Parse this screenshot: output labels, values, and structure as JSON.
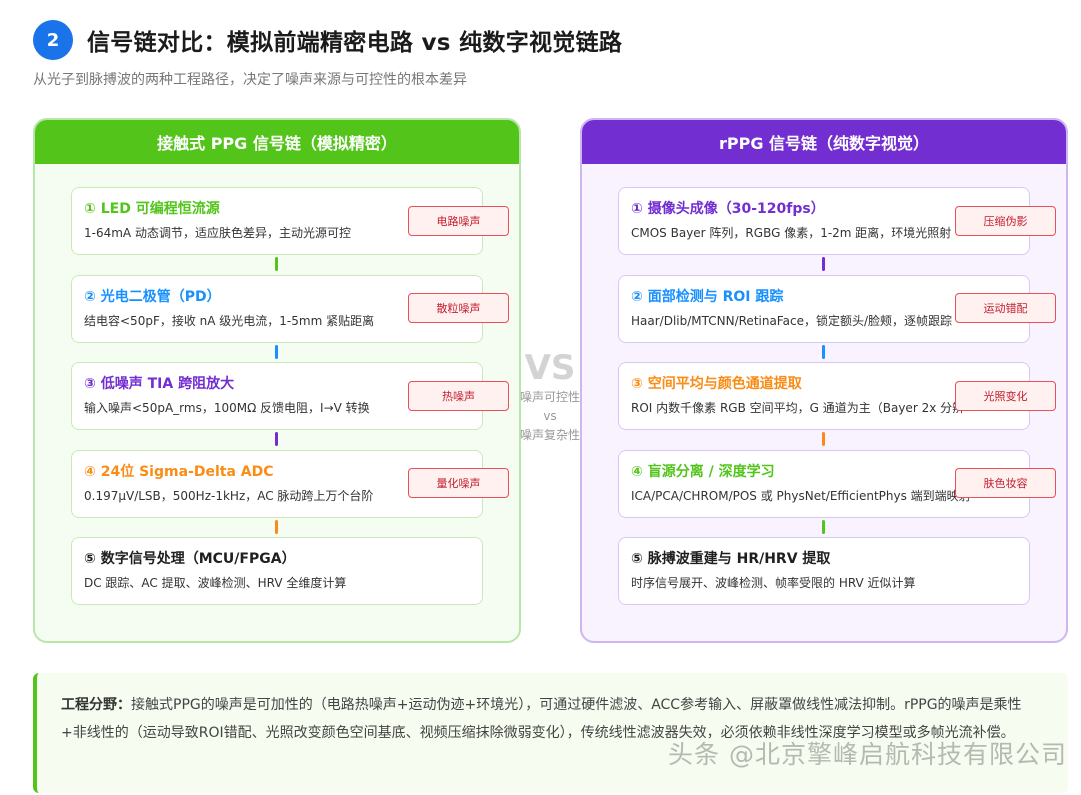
{
  "header": {
    "number": "2",
    "title": "信号链对比：模拟前端精密电路 vs 纯数字视觉链路",
    "subtitle": "从光子到脉搏波的两种工程路径，决定了噪声来源与可控性的根本差异"
  },
  "left_panel": {
    "title": "接触式 PPG 信号链（模拟精密）",
    "steps": [
      {
        "title": "① LED 可编程恒流源",
        "desc": "1-64mA 动态调节，适应肤色差异，主动光源可控",
        "tag": "电路噪声",
        "color": "#52c41a"
      },
      {
        "title": "② 光电二极管（PD）",
        "desc": "结电容<50pF，接收 nA 级光电流，1-5mm 紧贴距离",
        "tag": "散粒噪声",
        "color": "#1890ff"
      },
      {
        "title": "③ 低噪声 TIA 跨阻放大",
        "desc": "输入噪声<50pA_rms，100MΩ 反馈电阻，I→V 转换",
        "tag": "热噪声",
        "color": "#722ed1"
      },
      {
        "title": "④ 24位 Sigma-Delta ADC",
        "desc": "0.197μV/LSB，500Hz-1kHz，AC 脉动跨上万个台阶",
        "tag": "量化噪声",
        "color": "#fa8c16"
      },
      {
        "title": "⑤ 数字信号处理（MCU/FPGA）",
        "desc": "DC 跟踪、AC 提取、波峰检测、HRV 全维度计算",
        "tag": "",
        "color": "#1f1f1f"
      }
    ]
  },
  "right_panel": {
    "title": "rPPG 信号链（纯数字视觉）",
    "steps": [
      {
        "title": "① 摄像头成像（30-120fps）",
        "desc": "CMOS Bayer 阵列，RGBG 像素，1-2m 距离，环境光照射",
        "tag": "压缩伪影",
        "color": "#722ed1"
      },
      {
        "title": "② 面部检测与 ROI 跟踪",
        "desc": "Haar/Dlib/MTCNN/RetinaFace，锁定额头/脸颊，逐帧跟踪",
        "tag": "运动错配",
        "color": "#1890ff"
      },
      {
        "title": "③ 空间平均与颜色通道提取",
        "desc": "ROI 内数千像素 RGB 空间平均，G 通道为主（Bayer 2x 分辨",
        "tag": "光照变化",
        "color": "#fa8c16"
      },
      {
        "title": "④ 盲源分离 / 深度学习",
        "desc": "ICA/PCA/CHROM/POS 或 PhysNet/EfficientPhys 端到端映射",
        "tag": "肤色妆容",
        "color": "#52c41a"
      },
      {
        "title": "⑤ 脉搏波重建与 HR/HRV 提取",
        "desc": "时序信号展开、波峰检测、帧率受限的 HRV 近似计算",
        "tag": "",
        "color": "#1f1f1f"
      }
    ]
  },
  "vs": {
    "big": "VS",
    "line1": "噪声可控性",
    "line2": "vs",
    "line3": "噪声复杂性"
  },
  "bottom": {
    "label": "工程分野：",
    "text": "接触式PPG的噪声是可加性的（电路热噪声+运动伪迹+环境光），可通过硬件滤波、ACC参考输入、屏蔽罩做线性减法抑制。rPPG的噪声是乘性+非线性的（运动导致ROI错配、光照改变颜色空间基底、视频压缩抹除微弱变化），传统线性滤波器失效，必须依赖非线性深度学习模型或多帧光流补偿。"
  },
  "watermark": "头条 @北京擎峰启航科技有限公司"
}
